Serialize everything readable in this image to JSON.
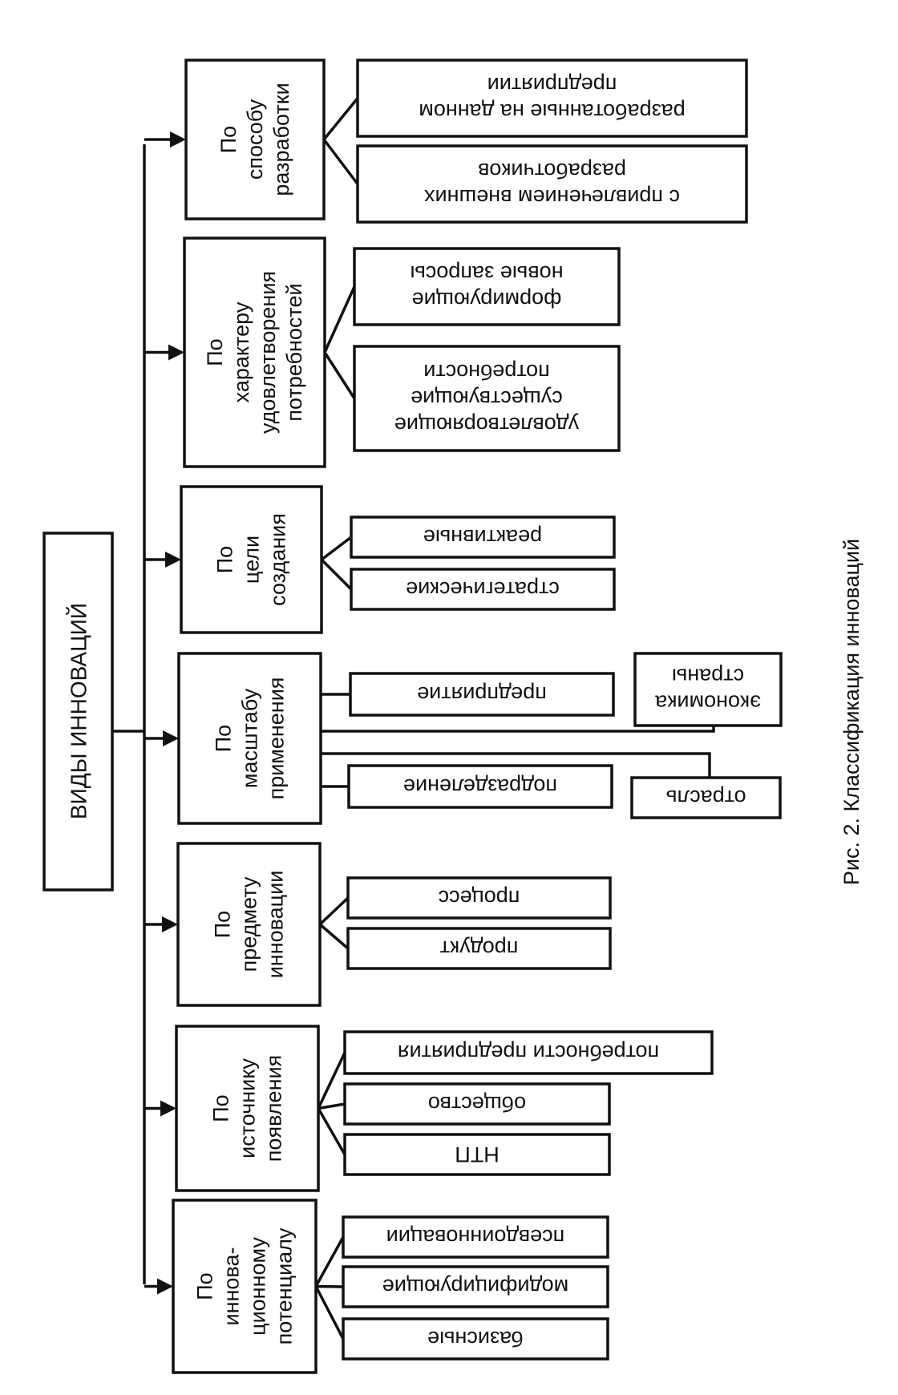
{
  "root": {
    "label": "ВИДЫ ИННОВАЦИЙ"
  },
  "categories": [
    {
      "lines": [
        "По",
        "способу",
        "разработки"
      ],
      "leaves": [
        [
          "разработанные на данном",
          "предприятии"
        ],
        [
          "с привлечением внешних",
          "разработчиков"
        ]
      ]
    },
    {
      "lines": [
        "По",
        "характеру",
        "удовлетворения",
        "потребностей"
      ],
      "leaves": [
        [
          "формирующие",
          "новые запросы"
        ],
        [
          "удовлетворяющие",
          "существующие",
          "потребности"
        ]
      ]
    },
    {
      "lines": [
        "По",
        "цели",
        "создания"
      ],
      "leaves": [
        [
          "реактивные"
        ],
        [
          "стратегические"
        ]
      ]
    },
    {
      "lines": [
        "По",
        "масштабу",
        "применения"
      ],
      "leaves": [
        [
          "предприятие"
        ],
        [
          "подразделение"
        ]
      ],
      "extra_leaves": [
        [
          "экономика",
          "страны"
        ],
        [
          "отрасль"
        ]
      ]
    },
    {
      "lines": [
        "По",
        "предмету",
        "инновации"
      ],
      "leaves": [
        [
          "процесс"
        ],
        [
          "продукт"
        ]
      ]
    },
    {
      "lines": [
        "По",
        "источнику",
        "появления"
      ],
      "leaves": [
        [
          "потребности предприятия"
        ],
        [
          "общество"
        ],
        [
          "НТП"
        ]
      ]
    },
    {
      "lines": [
        "По",
        "иннова-",
        "ционному",
        "потенциалу"
      ],
      "leaves": [
        [
          "псевдоинновации"
        ],
        [
          "модифицирующие"
        ],
        [
          "базисные"
        ]
      ]
    }
  ],
  "caption": "Рис. 2. Классификация инноваций"
}
